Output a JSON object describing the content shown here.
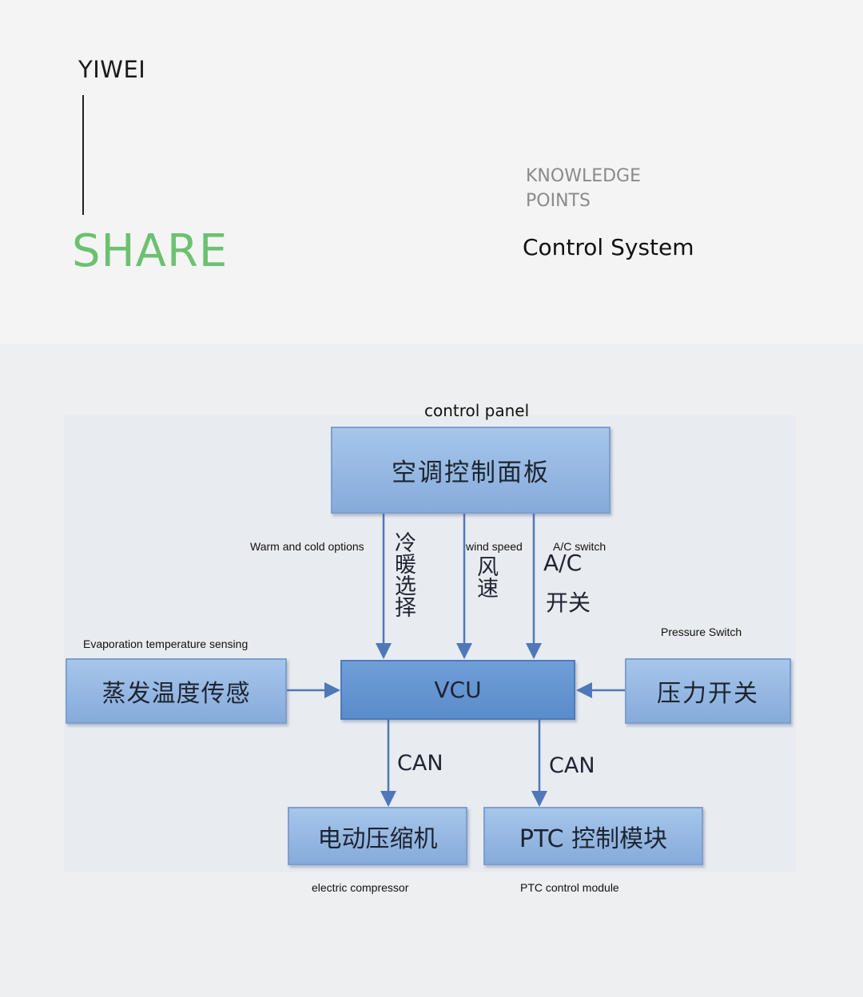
{
  "header": {
    "brand": "YIWEI",
    "share": "SHARE",
    "knowledge_line1": "KNOWLEDGE",
    "knowledge_line2": "POINTS",
    "topic": "Control System"
  },
  "diagram": {
    "caption_control_panel": "control panel",
    "control_panel": "空调控制面板",
    "vcu": "VCU",
    "evap_sensing": "蒸发温度传感",
    "pressure_switch": "压力开关",
    "compressor": "电动压缩机",
    "ptc_module": "PTC 控制模块",
    "link_warm_cold_zh": "冷暖选择",
    "link_wind_speed_zh": "风速",
    "link_ac_line1": "A/C",
    "link_ac_line2": "开关",
    "can_left": "CAN",
    "can_right": "CAN",
    "en_warm_cold": "Warm and cold options",
    "en_wind_speed": "wind speed",
    "en_ac_switch": "A/C switch",
    "en_evap": "Evaporation temperature sensing",
    "en_pressure": "Pressure Switch",
    "en_compressor": "electric compressor",
    "en_ptc": "PTC control module"
  },
  "colors": {
    "share_green": "#6cc170",
    "box_blue": "#96b8e3",
    "vcu_blue": "#6594d1",
    "arrow_blue": "#4f78b8"
  }
}
